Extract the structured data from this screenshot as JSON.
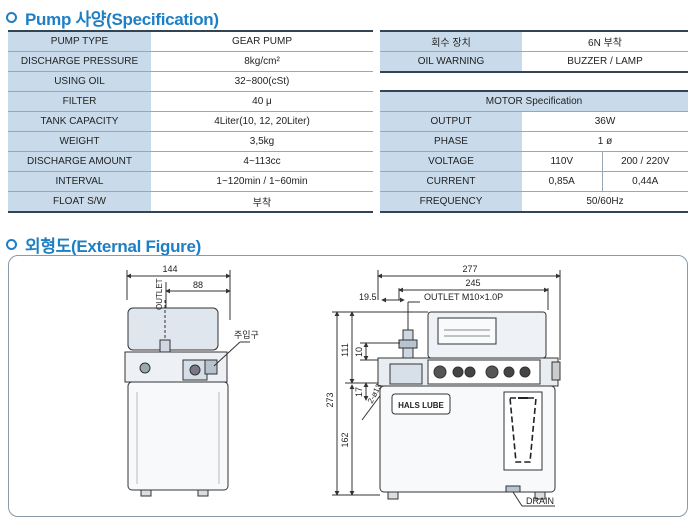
{
  "sections": {
    "spec_title": "Pump 사양(Specification)",
    "figure_title": "외형도(External Figure)"
  },
  "left_table": [
    {
      "label": "PUMP TYPE",
      "value": "GEAR PUMP"
    },
    {
      "label": "DISCHARGE PRESSURE",
      "value": "8kg/cm²"
    },
    {
      "label": "USING OIL",
      "value": "32~800(cSt)"
    },
    {
      "label": "FILTER",
      "value": "40 μ"
    },
    {
      "label": "TANK CAPACITY",
      "value": "4Liter(10, 12, 20Liter)"
    },
    {
      "label": "WEIGHT",
      "value": "3,5kg"
    },
    {
      "label": "DISCHARGE AMOUNT",
      "value": "4~113cc"
    },
    {
      "label": "INTERVAL",
      "value": "1~120min / 1~60min"
    },
    {
      "label": "FLOAT S/W",
      "value": "부착"
    }
  ],
  "right_top": [
    {
      "label": "회수 장치",
      "value": "6N 부착"
    },
    {
      "label": "OIL WARNING",
      "value": "BUZZER / LAMP"
    }
  ],
  "motor": {
    "header": "MOTOR Specification",
    "output": {
      "label": "OUTPUT",
      "value": "36W"
    },
    "phase": {
      "label": "PHASE",
      "value": "1 ø"
    },
    "voltage": {
      "label": "VOLTAGE",
      "v1": "110V",
      "v2": "200 / 220V"
    },
    "current": {
      "label": "CURRENT",
      "v1": "0,85A",
      "v2": "0,44A"
    },
    "frequency": {
      "label": "FREQUENCY",
      "value": "50/60Hz"
    }
  },
  "figure": {
    "left_view": {
      "dim_top": "144",
      "dim_mid": "88",
      "outlet": "OUTLET",
      "inlet": "주입구"
    },
    "front_view": {
      "dim_277": "277",
      "dim_245": "245",
      "dim_19_5": "19.5",
      "outlet": "OUTLET  M10×1.0P",
      "dim_111": "111",
      "dim_10": "10",
      "dim_17": "17",
      "dim_273": "273",
      "dim_162": "162",
      "dim_2phi13": "2-ø13",
      "brand": "HALS LUBE",
      "drain": "DRAIN"
    }
  }
}
